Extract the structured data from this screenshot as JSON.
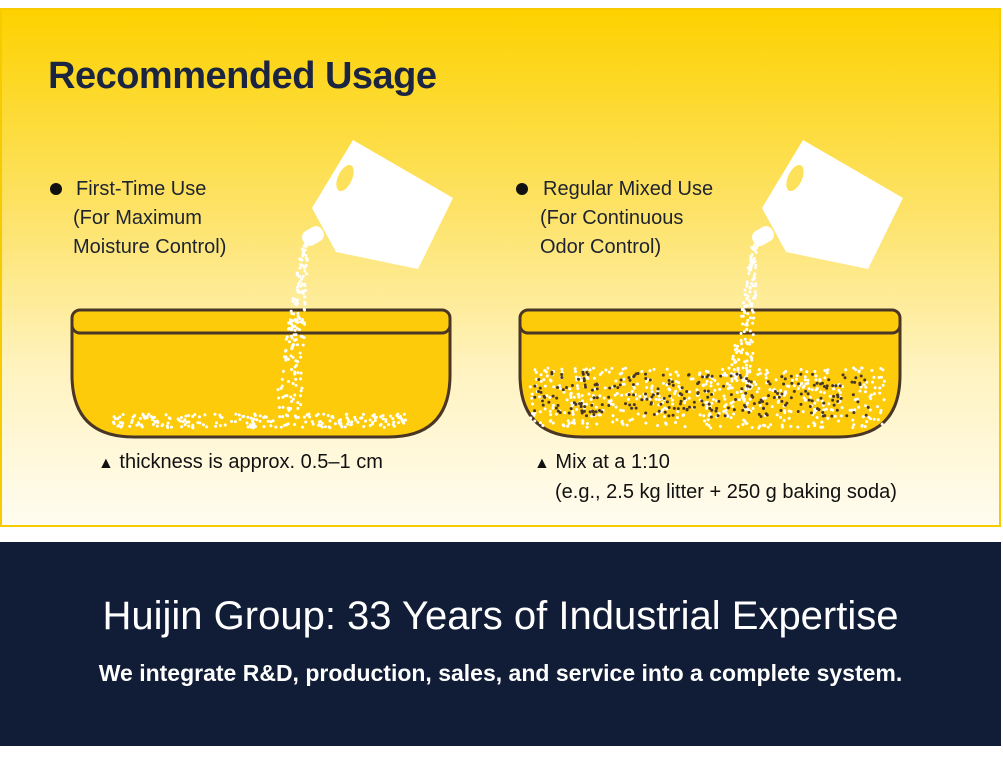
{
  "title": "Recommended Usage",
  "left": {
    "heading": "First-Time Use",
    "sub1": "(For Maximum",
    "sub2": "Moisture Control)",
    "note": "thickness is approx. 0.5–1 cm"
  },
  "right": {
    "heading": "Regular Mixed Use",
    "sub1": "(For Continuous",
    "sub2": "Odor Control)",
    "note1": "Mix at a 1:10",
    "note2": "(e.g., 2.5 kg litter + 250 g baking soda)"
  },
  "footer": {
    "headline": "Huijin Group: 33 Years of Industrial Expertise",
    "tagline": "We integrate R&D, production, sales, and service into a complete system."
  },
  "colors": {
    "yellow": "#fdd000",
    "navy": "#111d36",
    "bowl_outline": "#4a3626"
  }
}
